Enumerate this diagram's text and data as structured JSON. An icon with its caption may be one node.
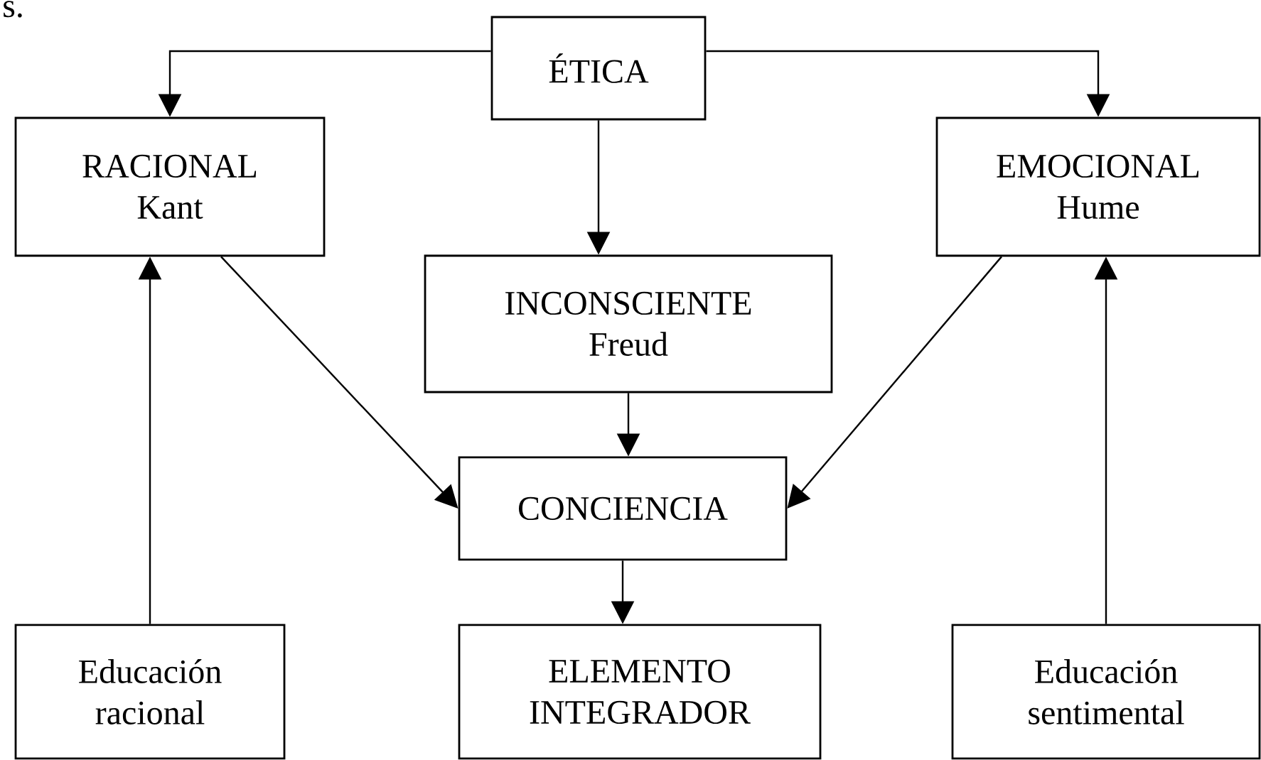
{
  "diagram": {
    "nodes": [
      {
        "text": [
          "ÉTICA"
        ]
      },
      {
        "text": [
          "RACIONAL",
          "Kant"
        ]
      },
      {
        "text": [
          "INCONSCIENTE",
          "Freud"
        ]
      },
      {
        "text": [
          "EMOCIONAL",
          "Hume"
        ]
      },
      {
        "text": [
          "CONCIENCIA"
        ]
      },
      {
        "text": [
          "Educación racional"
        ]
      },
      {
        "text": [
          "ELEMENTO INTEGRADOR"
        ]
      },
      {
        "text": [
          "Educación sentimental"
        ]
      }
    ],
    "edges": [
      {
        "from": 0,
        "to": 1,
        "arrow": "to"
      },
      {
        "from": 0,
        "to": 2,
        "arrow": "to"
      },
      {
        "from": 0,
        "to": 3,
        "arrow": "to"
      },
      {
        "from": 1,
        "to": 4,
        "arrow": "to"
      },
      {
        "from": 2,
        "to": 4,
        "arrow": "to"
      },
      {
        "from": 3,
        "to": 4,
        "arrow": "to"
      },
      {
        "from": 4,
        "to": 6,
        "arrow": "to"
      },
      {
        "from": 5,
        "to": 1,
        "arrow": "to"
      },
      {
        "from": 7,
        "to": 3,
        "arrow": "to"
      }
    ],
    "labels": [
      "s."
    ]
  }
}
